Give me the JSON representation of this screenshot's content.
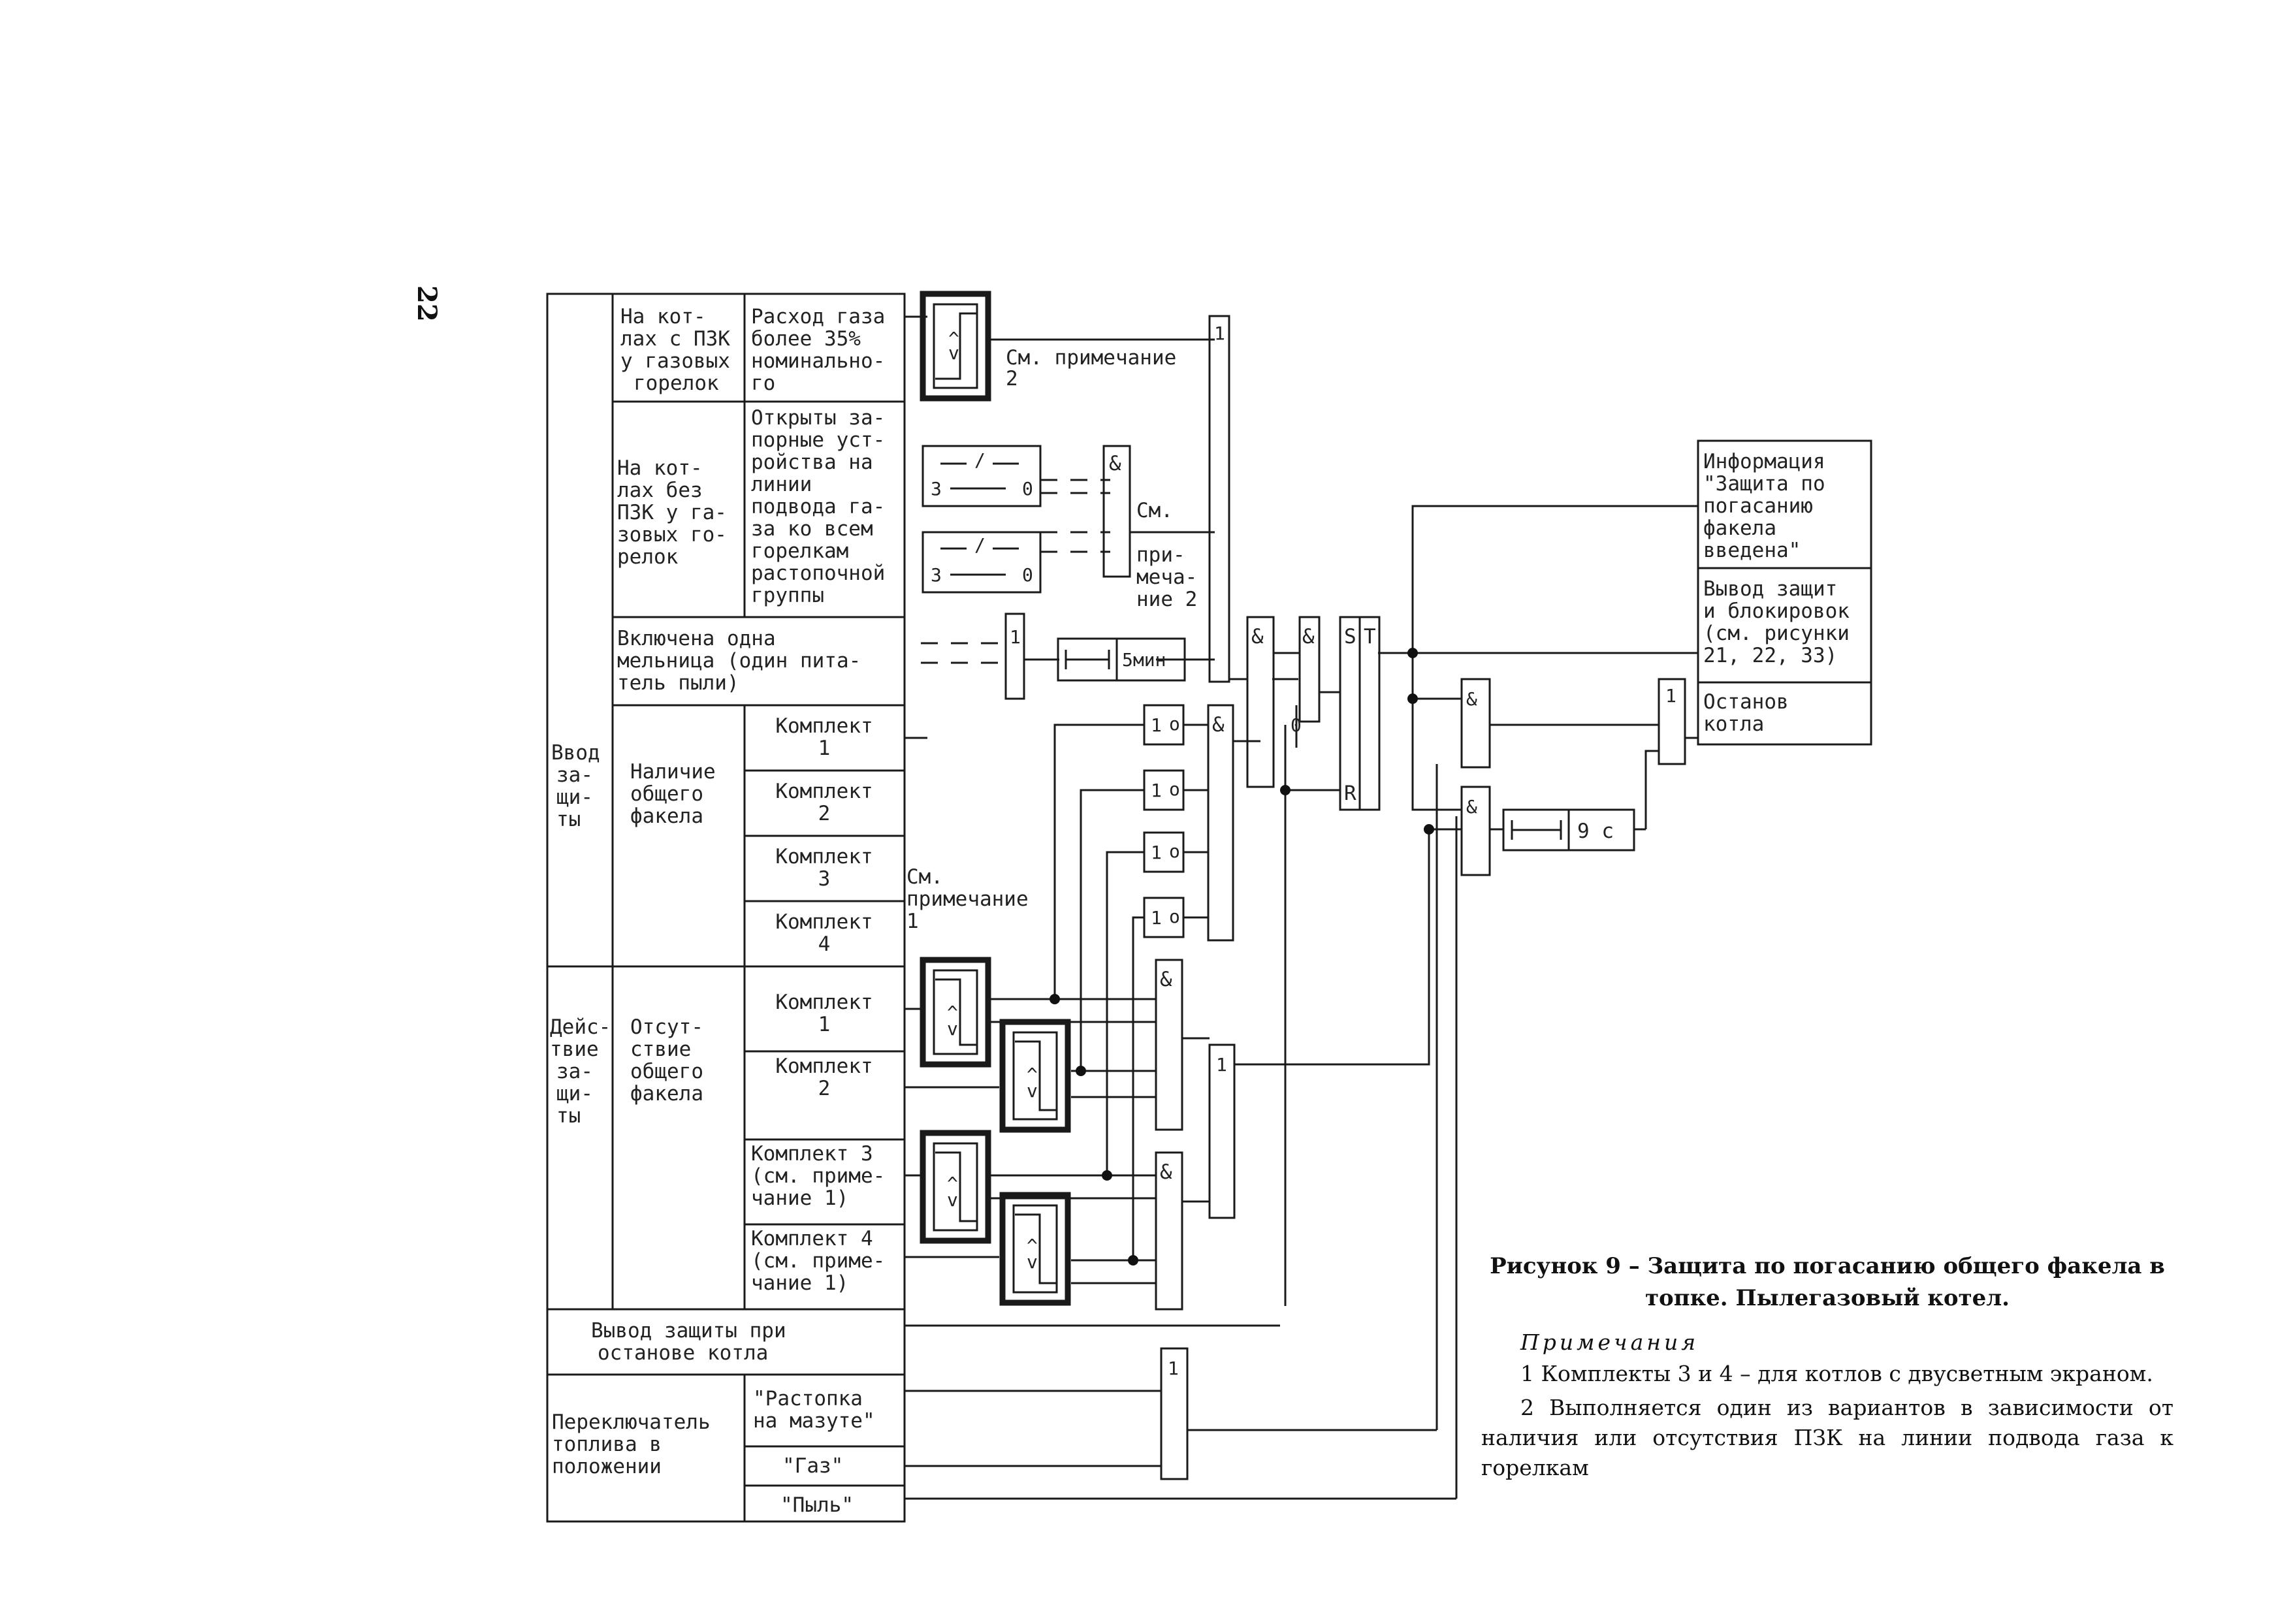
{
  "page_number": "22",
  "caption": {
    "title": "Рисунок 9 – Защита по погасанию общего факела в топке. Пылегазовый котел.",
    "notes_heading": "Примечания",
    "notes": [
      "1 Комплекты 3 и 4 – для котлов с двусветным экраном.",
      "2 Выполняется один из вариантов в зависимости от наличия или отсутствия ПЗК на линии подвода газа к горелкам"
    ]
  },
  "table": {
    "vvod": [
      "Ввод",
      "за-",
      "щи-",
      "ты"
    ],
    "deystvie": [
      "Дейс-",
      "твие",
      "за-",
      "щи-",
      "ты"
    ],
    "pzk_yes": [
      "На  кот-",
      "лах с ПЗК",
      "у газовых",
      "горелок"
    ],
    "gas_flow": [
      "Расход газа",
      "более 35%",
      "номинально-",
      "го"
    ],
    "pzk_no": [
      "На  кот-",
      "лах без",
      "ПЗК у га-",
      "зовых го-",
      "релок"
    ],
    "valves_open": [
      "Открыты за-",
      "порные уст-",
      "ройства на",
      "линии",
      "подвода га-",
      "за ко всем",
      "горелкам",
      "растопочной",
      "группы"
    ],
    "mill_on": [
      "Включена одна",
      "мельница (один пита-",
      "тель пыли)"
    ],
    "flame_present": [
      "Наличие",
      "общего",
      "факела"
    ],
    "flame_absent": [
      "Отсут-",
      "ствие",
      "общего",
      "факела"
    ],
    "komplekt_upper": [
      [
        "Комплект",
        "1"
      ],
      [
        "Комплект",
        "2"
      ],
      [
        "Комплект",
        "3"
      ],
      [
        "Комплект",
        "4"
      ]
    ],
    "komplekt_lower": [
      [
        "Комплект",
        "1"
      ],
      [
        "Комплект",
        "2"
      ],
      [
        "Комплект 3",
        "(см. приме-",
        "чание 1)"
      ],
      [
        "Комплект 4",
        "(см. приме-",
        "чание 1)"
      ]
    ],
    "withdraw": [
      "Вывод защиты при",
      "останове котла"
    ],
    "switch": [
      "Переключатель",
      "топлива в",
      "положении"
    ],
    "switch_positions": [
      "\"Растопка",
      "на мазуте\"",
      "\"Газ\"",
      "\"Пыль\""
    ]
  },
  "logic": {
    "sym_or": "1",
    "sym_and": "&",
    "sym_not": "1",
    "sym_inv": "o",
    "sym_zero": "0",
    "sym_three": "3",
    "sym_s": "S",
    "sym_t": "T",
    "sym_r": "R",
    "sym_v": "v",
    "sym_caret": "^",
    "sym_slash": "/",
    "delay_1": "5мин",
    "delay_2": "9 с",
    "note_ref_2a": [
      "См. примечание",
      "2"
    ],
    "note_ref_2b": [
      "См.",
      "",
      "при-",
      "меча-",
      "ние 2"
    ],
    "note_ref_1": [
      "См.",
      "примечание",
      "1"
    ]
  },
  "outputs": {
    "info": [
      "Информация",
      "\"Защита по",
      "погасанию",
      "факела",
      "введена\""
    ],
    "withdraw_blocks": [
      "Вывод защит",
      "и блокировок",
      "(см. рисунки",
      "21, 22, 33)"
    ],
    "boiler_stop": [
      "Останов",
      "котла"
    ]
  }
}
